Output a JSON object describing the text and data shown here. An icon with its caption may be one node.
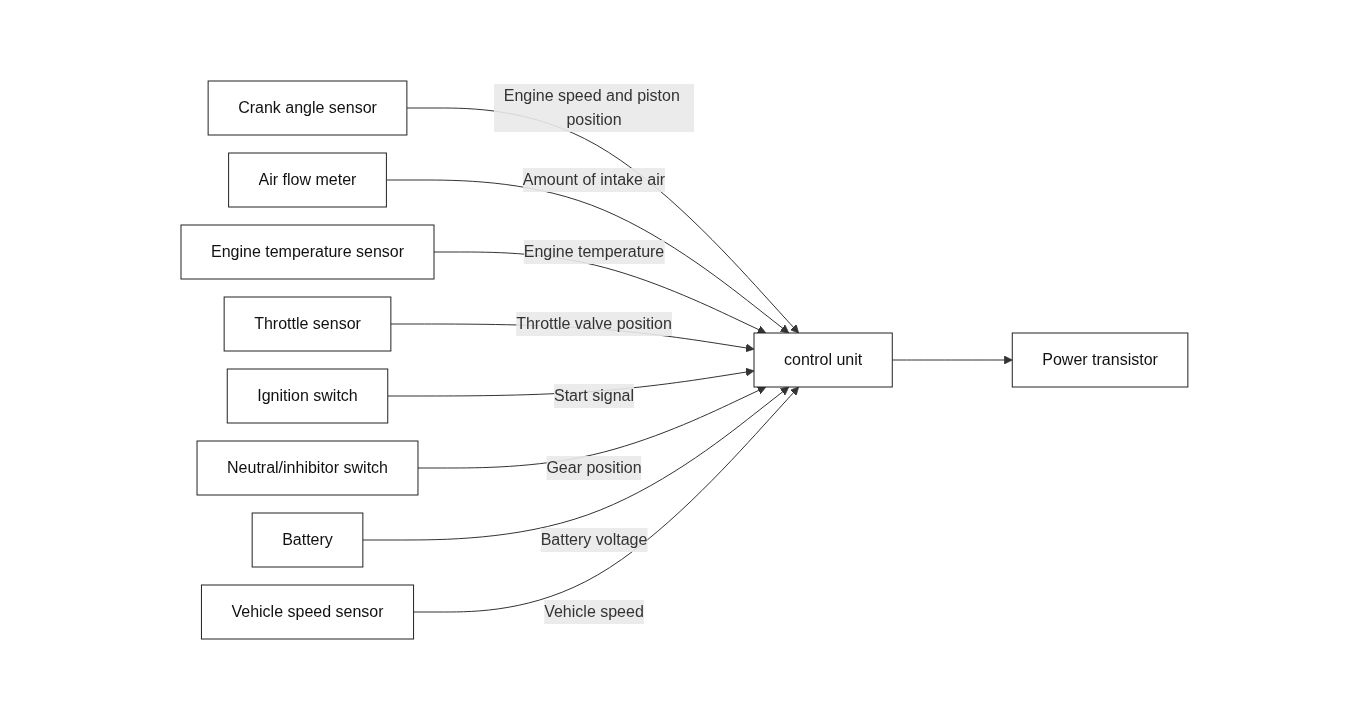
{
  "diagram": {
    "nodes": [
      {
        "text": [
          "Crank angle sensor"
        ]
      },
      {
        "text": [
          "Air flow meter"
        ]
      },
      {
        "text": [
          "Engine temperature sensor"
        ]
      },
      {
        "text": [
          "Throttle sensor"
        ]
      },
      {
        "text": [
          "Ignition switch"
        ]
      },
      {
        "text": [
          "Neutral/inhibitor switch"
        ]
      },
      {
        "text": [
          "Battery"
        ]
      },
      {
        "text": [
          "Vehicle speed sensor"
        ]
      },
      {
        "text": [
          "control unit"
        ]
      },
      {
        "text": [
          "Power transistor"
        ]
      }
    ],
    "edges": [
      {
        "from": 0,
        "to": 8,
        "arrow": "to",
        "label": "Engine speed and piston position"
      },
      {
        "from": 1,
        "to": 8,
        "arrow": "to",
        "label": "Amount of intake air"
      },
      {
        "from": 2,
        "to": 8,
        "arrow": "to",
        "label": "Engine temperature"
      },
      {
        "from": 3,
        "to": 8,
        "arrow": "to",
        "label": "Throttle valve position"
      },
      {
        "from": 4,
        "to": 8,
        "arrow": "to",
        "label": "Start signal"
      },
      {
        "from": 5,
        "to": 8,
        "arrow": "to",
        "label": "Gear position"
      },
      {
        "from": 6,
        "to": 8,
        "arrow": "to",
        "label": "Battery voltage"
      },
      {
        "from": 7,
        "to": 8,
        "arrow": "to",
        "label": "Vehicle speed"
      },
      {
        "from": 8,
        "to": 9,
        "arrow": "to"
      }
    ]
  }
}
